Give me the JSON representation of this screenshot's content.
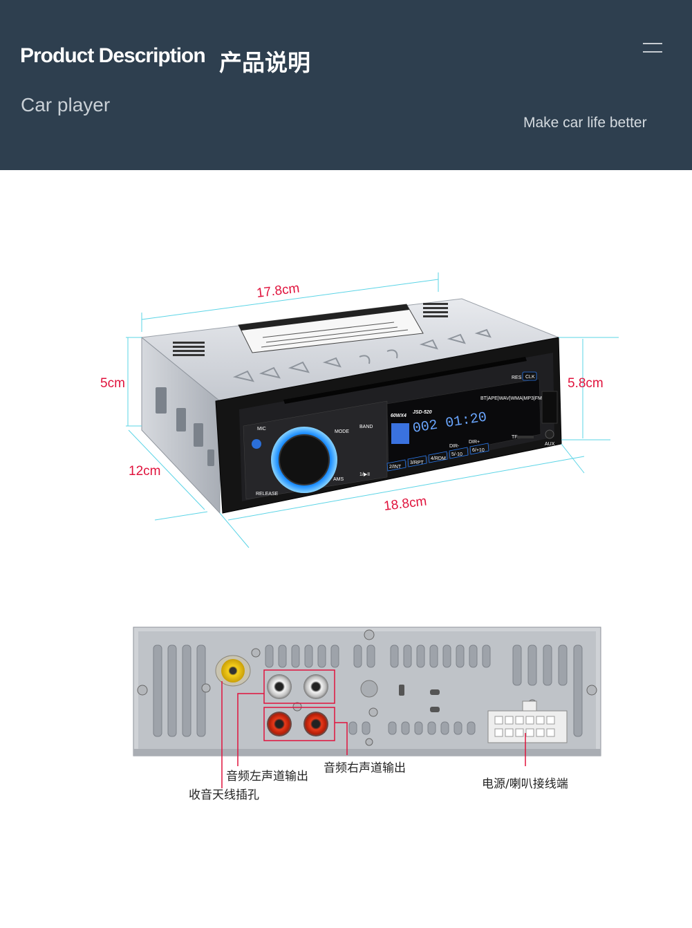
{
  "header": {
    "title_en": "Product Description",
    "title_cn": "产品说明",
    "subtitle": "Car player",
    "slogan": "Make car life better"
  },
  "dimensions": {
    "width_top": "17.8cm",
    "width_bottom": "18.8cm",
    "height_left": "5cm",
    "height_right": "5.8cm",
    "depth": "12cm"
  },
  "front_panel": {
    "mode": "MODE",
    "band": "BAND",
    "mic": "MIC",
    "res": "RES",
    "clk": "CLK",
    "power_label": "60WX4",
    "model": "JSD-520",
    "formats": "BT|APE|WAV|WMA|MP3|FM",
    "display": "002  01:20",
    "ams": "AMS",
    "release": "RELEASE",
    "aux": "AUX",
    "tf": "TF",
    "dir_minus": "DIR-",
    "dir_plus": "DIR+",
    "presets": [
      "2/INT",
      "3/RPT",
      "4/RDM",
      "5/-10",
      "6/+10"
    ],
    "play": "1/▶II"
  },
  "rear_labels": {
    "audio_left": "音频左声道输出",
    "audio_right": "音频右声道输出",
    "antenna": "收音天线插孔",
    "power_speaker": "电源/喇叭接线端"
  },
  "colors": {
    "header_bg": "#2e3f4f",
    "dimension_text": "#e0123c",
    "dimension_line": "#5ad4e6",
    "callout_box": "#e0123c"
  }
}
